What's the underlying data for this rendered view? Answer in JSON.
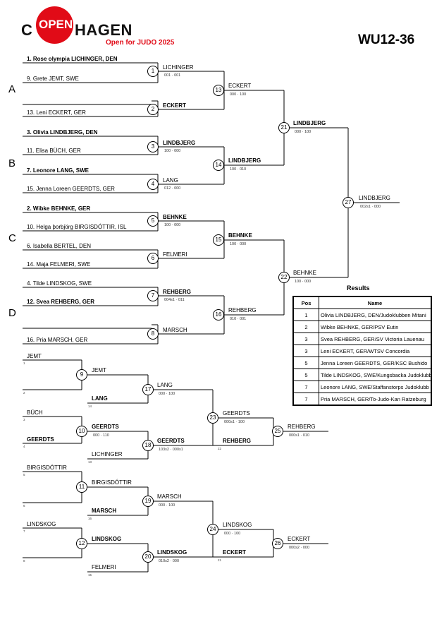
{
  "header": {
    "logo_c": "C",
    "logo_open": "OPEN",
    "logo_hagen": "HAGEN",
    "subtitle": "Open for JUDO 2025",
    "category": "WU12-36"
  },
  "pools": [
    "A",
    "B",
    "C",
    "D"
  ],
  "entries": [
    {
      "text": "1. Rose olympia LICHINGER, DEN",
      "bold": true
    },
    {
      "text": "9. Grete JEMT, SWE",
      "bold": false
    },
    {
      "text": "13. Leni ECKERT, GER",
      "bold": false
    },
    {
      "text": "3. Olivia LINDBJERG, DEN",
      "bold": true
    },
    {
      "text": "11. Elisa BÜCH, GER",
      "bold": false
    },
    {
      "text": "7. Leonore LANG, SWE",
      "bold": true
    },
    {
      "text": "15. Jenna Loreen GEERDTS, GER",
      "bold": false
    },
    {
      "text": "2. Wibke BEHNKE, GER",
      "bold": true
    },
    {
      "text": "10. Helga þorbjörg BIRGISDÓTTIR, ISL",
      "bold": false
    },
    {
      "text": "6. Isabella BERTEL, DEN",
      "bold": false
    },
    {
      "text": "14. Maja FELMERI, SWE",
      "bold": false
    },
    {
      "text": "4. Tilde LINDSKOG, SWE",
      "bold": false
    },
    {
      "text": "12. Svea REHBERG, GER",
      "bold": true
    },
    {
      "text": "16. Pria MARSCH, GER",
      "bold": false
    }
  ],
  "main_matches": [
    {
      "n": "1",
      "name": "LICHINGER",
      "bold": false,
      "score": "001 · 001"
    },
    {
      "n": "2",
      "name": "ECKERT",
      "bold": true,
      "score": ""
    },
    {
      "n": "3",
      "name": "LINDBJERG",
      "bold": true,
      "score": "100 · 000"
    },
    {
      "n": "4",
      "name": "LANG",
      "bold": false,
      "score": "012 · 000"
    },
    {
      "n": "5",
      "name": "BEHNKE",
      "bold": true,
      "score": "100 · 000"
    },
    {
      "n": "6",
      "name": "FELMERI",
      "bold": false,
      "score": ""
    },
    {
      "n": "7",
      "name": "REHBERG",
      "bold": true,
      "score": "004s1 · 011"
    },
    {
      "n": "8",
      "name": "MARSCH",
      "bold": false,
      "score": ""
    },
    {
      "n": "13",
      "name": "ECKERT",
      "bold": false,
      "score": "000 · 100"
    },
    {
      "n": "14",
      "name": "LINDBJERG",
      "bold": true,
      "score": "100 · 010"
    },
    {
      "n": "15",
      "name": "BEHNKE",
      "bold": true,
      "score": "100 · 000"
    },
    {
      "n": "16",
      "name": "REHBERG",
      "bold": false,
      "score": "010 · 001"
    },
    {
      "n": "21",
      "name": "LINDBJERG",
      "bold": true,
      "score": "000 · 100"
    },
    {
      "n": "22",
      "name": "BEHNKE",
      "bold": false,
      "score": "100 · 000"
    },
    {
      "n": "27",
      "name": "LINDBJERG",
      "bold": false,
      "score": "002s1 · 000"
    }
  ],
  "rep_entries": [
    {
      "name": "JEMT",
      "bold": false,
      "seed": "1"
    },
    {
      "name": "",
      "bold": false,
      "seed": "2"
    },
    {
      "name": "BÜCH",
      "bold": false,
      "seed": "3"
    },
    {
      "name": "GEERDTS",
      "bold": true,
      "seed": "4"
    },
    {
      "name": "BIRGISDÓTTIR",
      "bold": false,
      "seed": "5"
    },
    {
      "name": "",
      "bold": false,
      "seed": "6"
    },
    {
      "name": "LINDSKOG",
      "bold": false,
      "seed": "7"
    },
    {
      "name": "",
      "bold": false,
      "seed": "8"
    }
  ],
  "rep_matches": [
    {
      "n": "9",
      "name": "JEMT",
      "bold": false,
      "score": "",
      "seed": ""
    },
    {
      "n": "10",
      "name": "GEERDTS",
      "bold": true,
      "score": "000 · 110",
      "seed": ""
    },
    {
      "n": "11",
      "name": "BIRGISDÓTTIR",
      "bold": false,
      "score": "",
      "seed": ""
    },
    {
      "n": "12",
      "name": "LINDSKOG",
      "bold": true,
      "score": "",
      "seed": ""
    },
    {
      "n": "",
      "name": "LANG",
      "bold": true,
      "score": "",
      "seed": "14"
    },
    {
      "n": "",
      "name": "LICHINGER",
      "bold": false,
      "score": "",
      "seed": "13"
    },
    {
      "n": "",
      "name": "MARSCH",
      "bold": true,
      "score": "",
      "seed": "16"
    },
    {
      "n": "",
      "name": "FELMERI",
      "bold": false,
      "score": "",
      "seed": "15"
    },
    {
      "n": "17",
      "name": "LANG",
      "bold": false,
      "score": "000 · 100",
      "seed": ""
    },
    {
      "n": "18",
      "name": "GEERDTS",
      "bold": true,
      "score": "103s2 · 000s1",
      "seed": ""
    },
    {
      "n": "19",
      "name": "MARSCH",
      "bold": false,
      "score": "000 · 100",
      "seed": ""
    },
    {
      "n": "20",
      "name": "LINDSKOG",
      "bold": true,
      "score": "010s2 · 000",
      "seed": ""
    },
    {
      "n": "",
      "name": "REHBERG",
      "bold": true,
      "score": "",
      "seed": "22"
    },
    {
      "n": "",
      "name": "ECKERT",
      "bold": true,
      "score": "",
      "seed": "21"
    },
    {
      "n": "23",
      "name": "GEERDTS",
      "bold": false,
      "score": "000s1 · 100",
      "seed": ""
    },
    {
      "n": "24",
      "name": "LINDSKOG",
      "bold": false,
      "score": "000 · 100",
      "seed": ""
    },
    {
      "n": "25",
      "name": "REHBERG",
      "bold": false,
      "score": "000s1 · 010",
      "seed": ""
    },
    {
      "n": "26",
      "name": "ECKERT",
      "bold": false,
      "score": "000s2 · 000",
      "seed": ""
    }
  ],
  "results": {
    "title": "Results",
    "headers": [
      "Pos",
      "Name"
    ],
    "rows": [
      {
        "pos": "1",
        "name": "Olivia LINDBJERG, DEN/Judoklubben Mitani"
      },
      {
        "pos": "2",
        "name": "Wibke BEHNKE, GER/PSV Eutin"
      },
      {
        "pos": "3",
        "name": "Svea REHBERG, GER/SV Victoria Lauenau"
      },
      {
        "pos": "3",
        "name": "Leni ECKERT, GER/WTSV Concordia"
      },
      {
        "pos": "5",
        "name": "Jenna Loreen GEERDTS, GER/KSC Bushido"
      },
      {
        "pos": "5",
        "name": "Tilde LINDSKOG, SWE/Kungsbacka Judoklubb"
      },
      {
        "pos": "7",
        "name": "Leonore LANG, SWE/Staffanstorps Judoklubb"
      },
      {
        "pos": "7",
        "name": "Pria MARSCH, GER/To-Judo-Kan Ratzeburg"
      }
    ]
  }
}
